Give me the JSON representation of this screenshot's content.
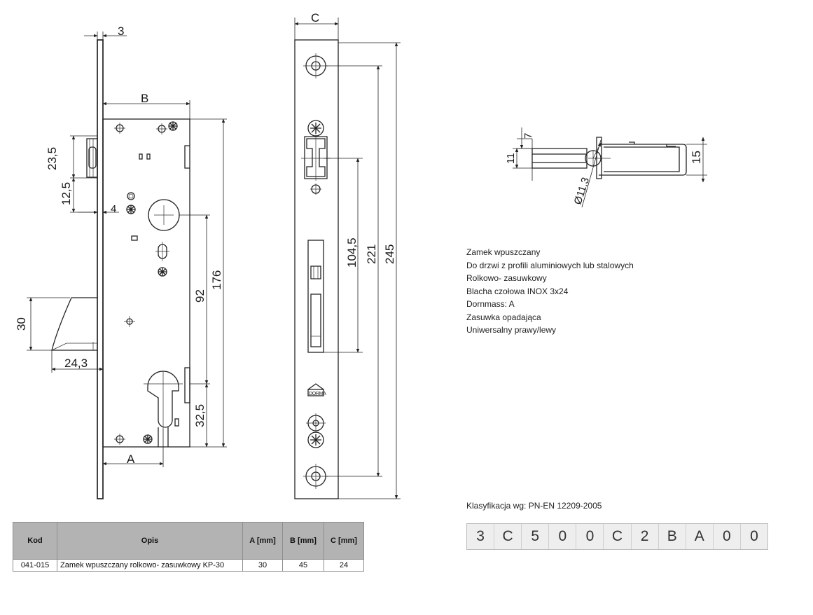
{
  "drawing": {
    "dims": {
      "d3": "3",
      "B": "B",
      "d23_5": "23,5",
      "d12_5": "12,5",
      "d4": "4",
      "d30": "30",
      "d24_3": "24,3",
      "d92": "92",
      "d176": "176",
      "d32_5": "32,5",
      "A": "A",
      "C": "C",
      "d104_5": "104,5",
      "d221": "221",
      "d245": "245",
      "d7": "7",
      "d11": "11",
      "d15": "15",
      "dia11_3": "Ø11,3"
    },
    "logo_text": "DORMA"
  },
  "description": {
    "lines": [
      "Zamek wpuszczany",
      "Do drzwi z profili aluminiowych lub stalowych",
      "Rolkowo- zasuwkowy",
      "Blacha czołowa INOX 3x24",
      "Dornmass: A",
      "Zasuwka opadająca",
      "Uniwersalny prawy/lewy"
    ]
  },
  "classification": "Klasyfikacja wg: PN-EN 12209-2005",
  "code_boxes": [
    "3",
    "C",
    "5",
    "0",
    "0",
    "C",
    "2",
    "B",
    "A",
    "0",
    "0"
  ],
  "table": {
    "headers": [
      "Kod",
      "Opis",
      "A [mm]",
      "B [mm]",
      "C [mm]"
    ],
    "rows": [
      [
        "041-015",
        "Zamek wpuszczany rolkowo- zasuwkowy KP-30",
        "30",
        "45",
        "24"
      ]
    ]
  }
}
